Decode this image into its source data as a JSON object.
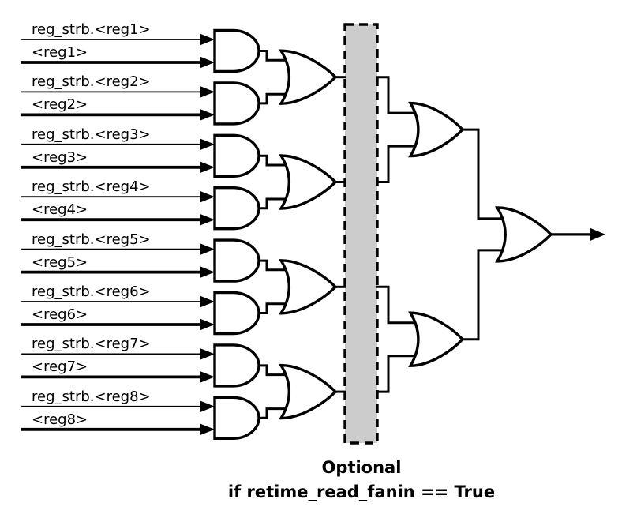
{
  "diagram": {
    "inputs": [
      {
        "strobe": "reg_strb.<reg1>",
        "value": "<reg1>"
      },
      {
        "strobe": "reg_strb.<reg2>",
        "value": "<reg2>"
      },
      {
        "strobe": "reg_strb.<reg3>",
        "value": "<reg3>"
      },
      {
        "strobe": "reg_strb.<reg4>",
        "value": "<reg4>"
      },
      {
        "strobe": "reg_strb.<reg5>",
        "value": "<reg5>"
      },
      {
        "strobe": "reg_strb.<reg6>",
        "value": "<reg6>"
      },
      {
        "strobe": "reg_strb.<reg7>",
        "value": "<reg7>"
      },
      {
        "strobe": "reg_strb.<reg8>",
        "value": "<reg8>"
      }
    ],
    "stages": [
      {
        "type": "AND",
        "count": 8
      },
      {
        "type": "OR",
        "count": 4
      },
      {
        "type": "retime-register-stage",
        "count": 1,
        "style": "dashed-gray-box"
      },
      {
        "type": "OR",
        "count": 2
      },
      {
        "type": "OR",
        "count": 1
      }
    ],
    "caption": {
      "line1": "Optional",
      "line2": "if retime_read_fanin == True"
    },
    "colors": {
      "stroke": "#000000",
      "background": "#ffffff",
      "retime_box_fill": "#cccccc"
    }
  }
}
